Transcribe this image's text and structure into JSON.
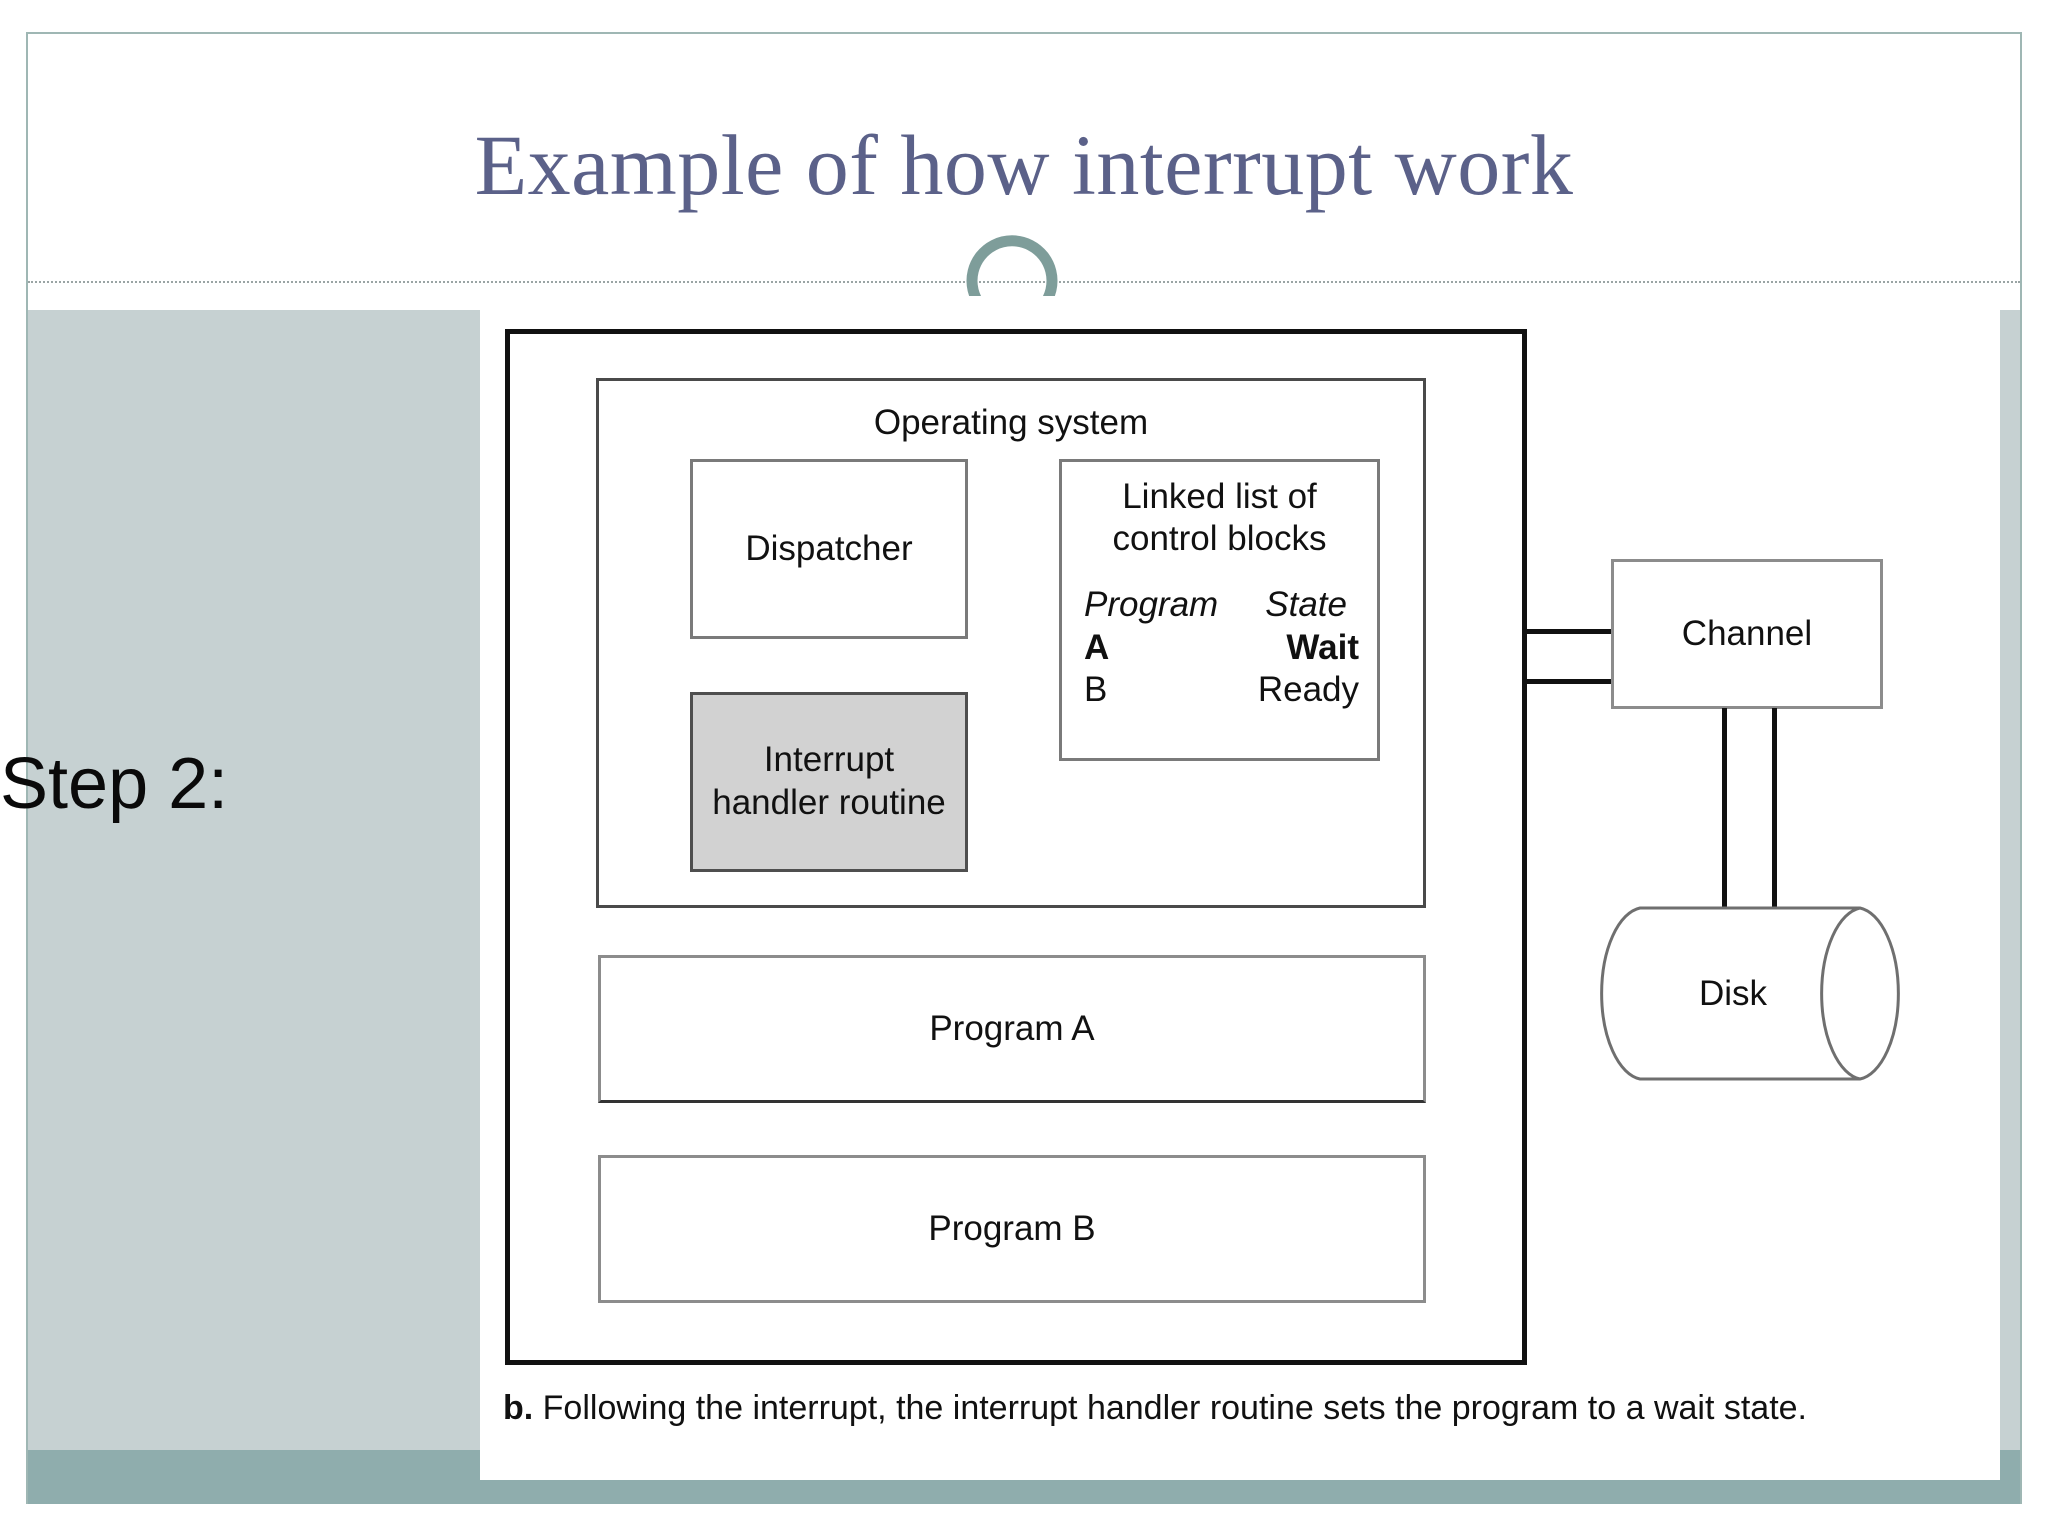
{
  "slide": {
    "title": "Example of how interrupt work",
    "step_label": "Step 2:",
    "accent_teal": "#8fadad",
    "title_color": "#5b6189",
    "panel_color": "#c6d1d2"
  },
  "figure": {
    "os_box_label": "Operating system",
    "dispatcher_label": "Dispatcher",
    "handler_label_line1": "Interrupt",
    "handler_label_line2": "handler routine",
    "handler_fill": "#d2d2d2",
    "linked_list": {
      "title_line1": "Linked list of",
      "title_line2": "control blocks",
      "columns": [
        "Program",
        "State"
      ],
      "rows": [
        {
          "program": "A",
          "state": "Wait",
          "emphasis": "bold"
        },
        {
          "program": "B",
          "state": "Ready",
          "emphasis": "normal"
        }
      ]
    },
    "program_a_label": "Program A",
    "program_b_label": "Program B",
    "channel_label": "Channel",
    "disk_label": "Disk",
    "caption_letter": "b.",
    "caption_text": " Following the interrupt, the interrupt handler routine sets the program to a wait state."
  }
}
